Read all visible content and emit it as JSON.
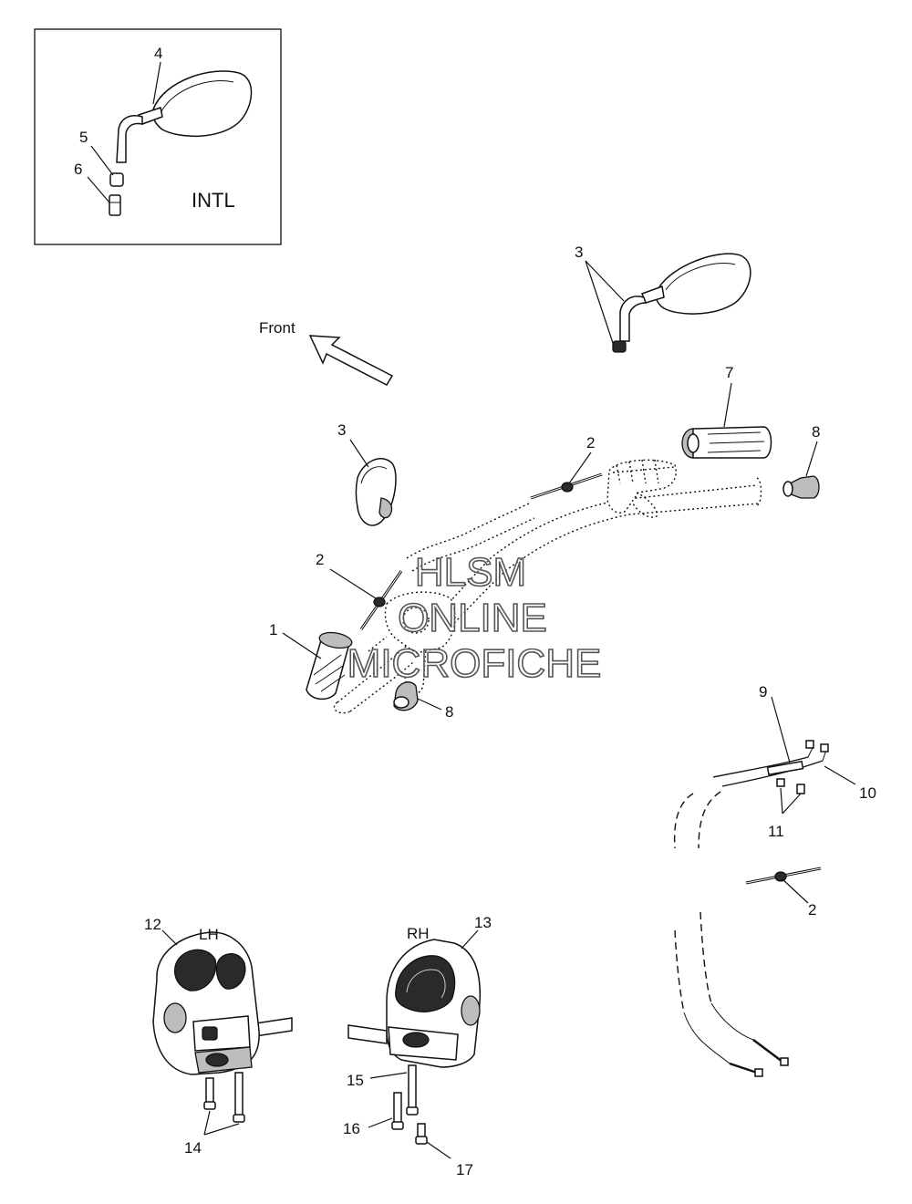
{
  "diagram": {
    "inset_label": "INTL",
    "front_label": "Front",
    "side_lh": "LH",
    "side_rh": "RH",
    "watermark": [
      "HLSM",
      "ONLINE",
      "MICROFICHE"
    ],
    "callouts": [
      "4",
      "5",
      "6",
      "3",
      "3",
      "7",
      "8",
      "2",
      "2",
      "1",
      "8",
      "9",
      "10",
      "11",
      "2",
      "12",
      "13",
      "15",
      "16",
      "14",
      "17"
    ]
  }
}
